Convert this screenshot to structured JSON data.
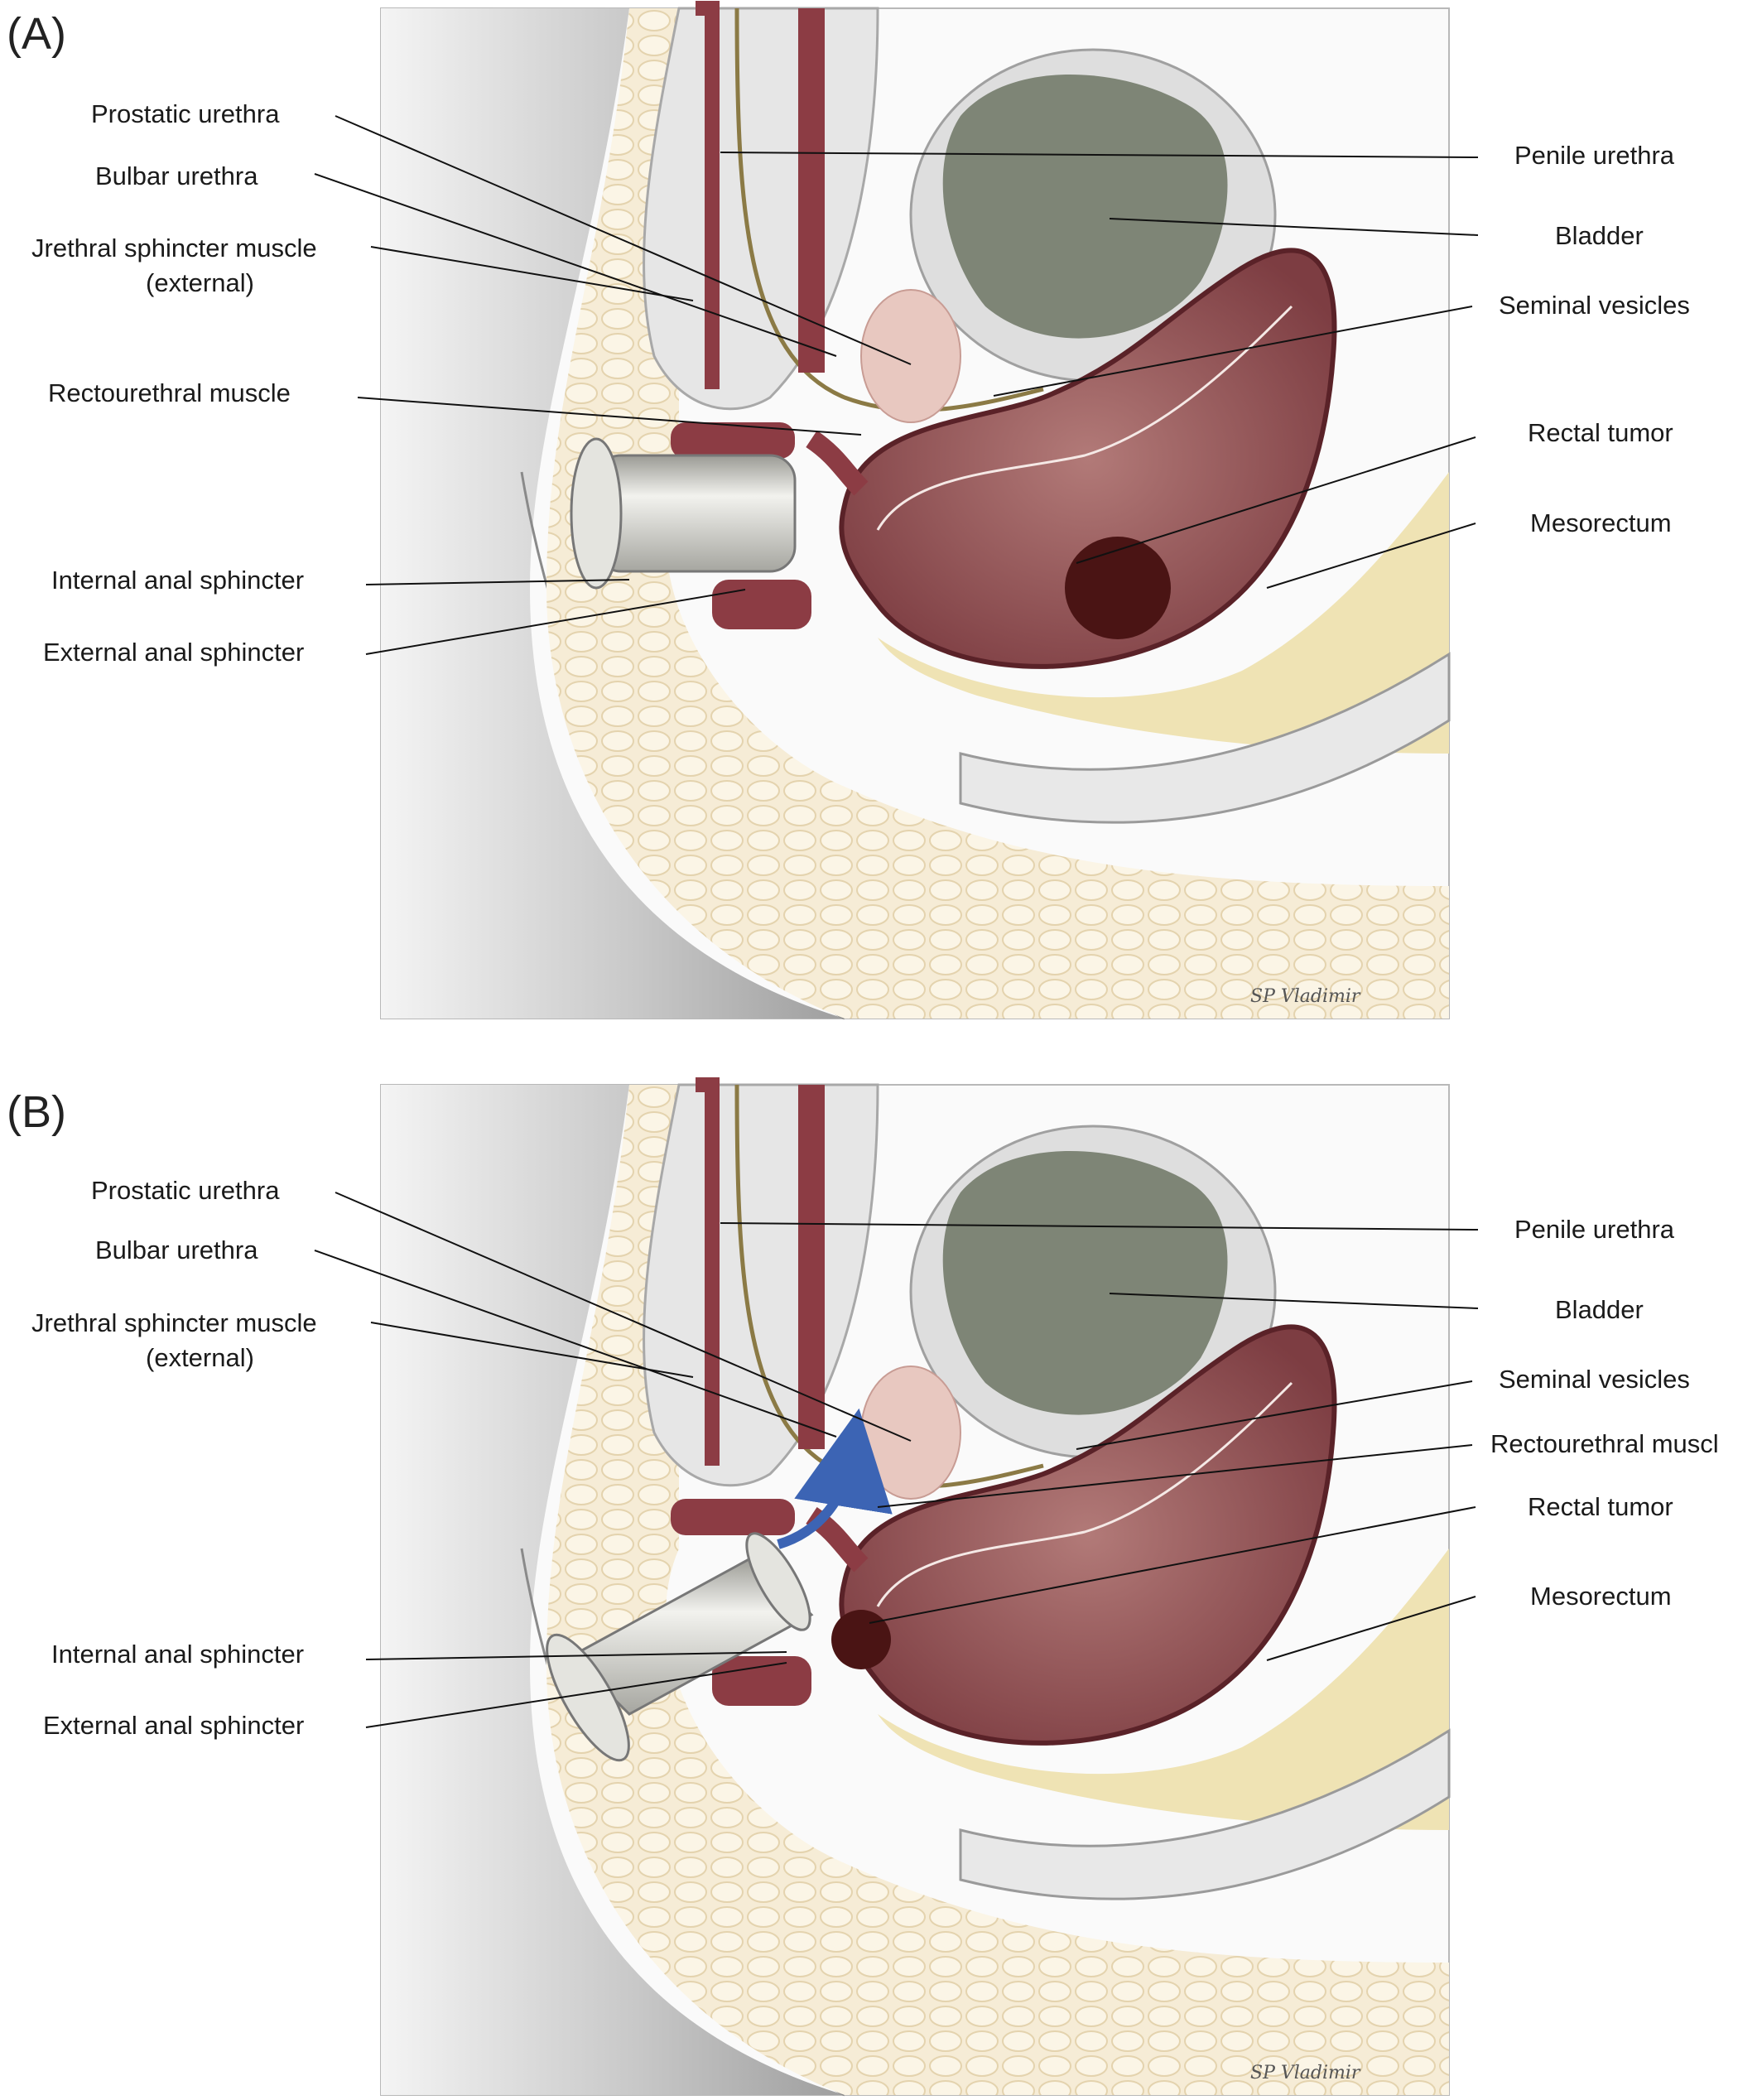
{
  "panels": [
    {
      "letter": "(A)",
      "left_labels": {
        "prostatic_urethra": "Prostatic urethra",
        "bulbar_urethra": "Bulbar urethra",
        "urethral_sphincter_1": "Jrethral sphincter muscle",
        "urethral_sphincter_2": "(external)",
        "rectourethral_muscle": "Rectourethral muscle",
        "internal_anal_sphincter": "Internal anal sphincter",
        "external_anal_sphincter": "External anal sphincter"
      },
      "right_labels": {
        "penile_urethra": "Penile urethra",
        "bladder": "Bladder",
        "seminal_vesicles": "Seminal vesicles",
        "rectal_tumor": "Rectal tumor",
        "mesorectum": "Mesorectum"
      }
    },
    {
      "letter": "(B)",
      "left_labels": {
        "prostatic_urethra": "Prostatic urethra",
        "bulbar_urethra": "Bulbar urethra",
        "urethral_sphincter_1": "Jrethral sphincter muscle",
        "urethral_sphincter_2": "(external)",
        "internal_anal_sphincter": "Internal anal sphincter",
        "external_anal_sphincter": "External anal sphincter"
      },
      "right_labels": {
        "penile_urethra": "Penile urethra",
        "bladder": "Bladder",
        "seminal_vesicles": "Seminal vesicles",
        "rectourethral_muscle": "Rectourethral muscl",
        "rectal_tumor": "Rectal tumor",
        "mesorectum": "Mesorectum"
      }
    }
  ],
  "colors": {
    "muscle": "#8c3c44",
    "skin": "#d2d2d2",
    "fat": "#f3e8cf",
    "mesorectum": "#efe3b4",
    "bladder_wall": "#dedede",
    "bladder_lumen": "#7e8576",
    "tumor": "#4a1414",
    "prostate": "#e8c8c0",
    "device": "#cfcfca",
    "arrow": "#3c64b4"
  },
  "icons": {
    "flap_arrow": "curved-arrow-icon"
  }
}
